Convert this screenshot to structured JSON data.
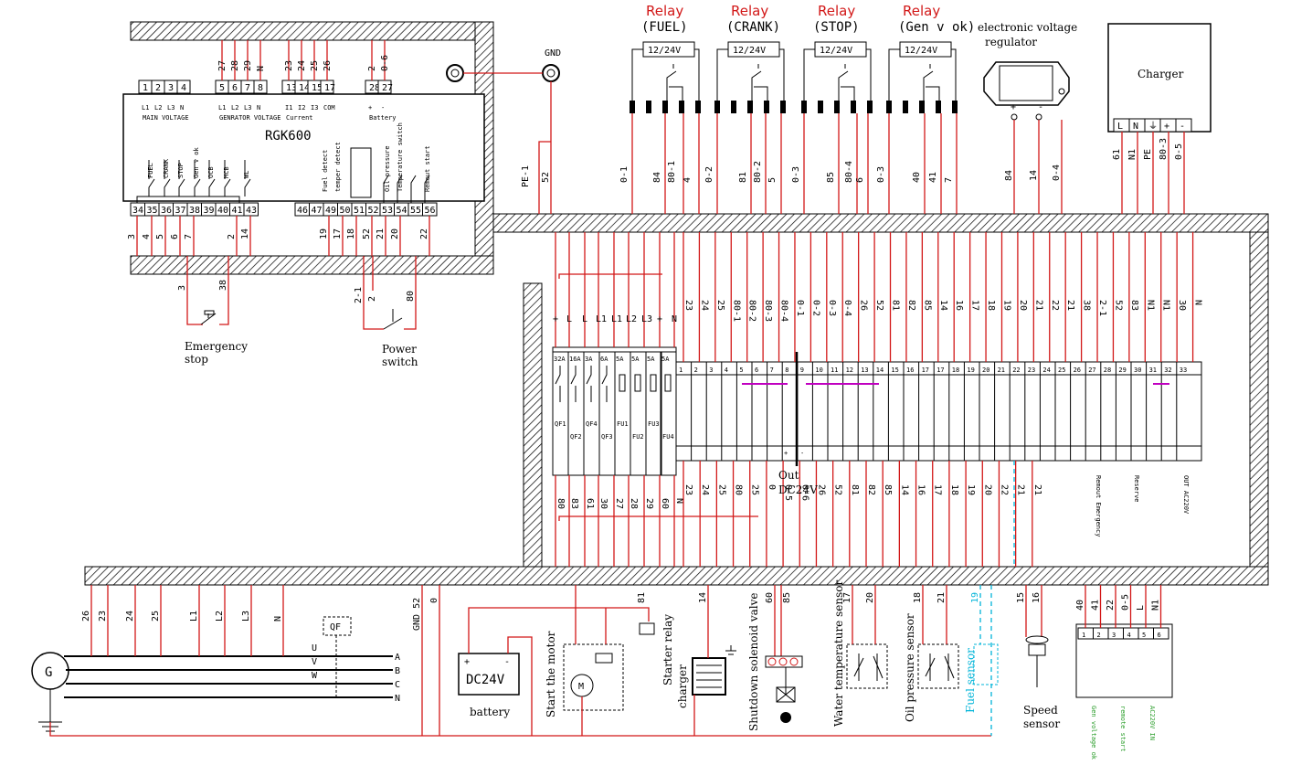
{
  "controller": {
    "model": "RGK600",
    "top_group_main_voltage": {
      "pins": [
        "1",
        "2",
        "3",
        "4"
      ],
      "labels": [
        "L1",
        "L2",
        "L3",
        "N"
      ],
      "caption": "MAIN VOLTAGE"
    },
    "top_group_gen_voltage": {
      "pins": [
        "5",
        "6",
        "7",
        "8"
      ],
      "labels": [
        "L1",
        "L2",
        "L3",
        "N"
      ],
      "caption": "GENRATOR VOLTAGE",
      "wires": [
        "27",
        "28",
        "29",
        "N"
      ]
    },
    "top_group_current": {
      "pins": [
        "13",
        "14",
        "15",
        "17"
      ],
      "labels": [
        "I1",
        "I2",
        "I3",
        "COM"
      ],
      "caption": "Current",
      "wires": [
        "23",
        "24",
        "25",
        "26"
      ]
    },
    "top_group_battery": {
      "pins": [
        "28",
        "27"
      ],
      "labels": [
        "+",
        "-"
      ],
      "caption": "Battery",
      "wires": [
        "2",
        "0-6"
      ]
    },
    "left_functions": [
      "FUEL",
      "CRANK",
      "STOP",
      "Gen v ok",
      "OCB",
      "MCB",
      "WL"
    ],
    "mid_functions": [
      "Fuel detect",
      "temper detect",
      "Oil pressure",
      "Temperature switch",
      "Remout start"
    ],
    "bottom_pins_left": [
      "34",
      "35",
      "36",
      "37",
      "38",
      "39",
      "40",
      "41",
      "43"
    ],
    "bottom_pins_right": [
      "46",
      "47",
      "49",
      "50",
      "51",
      "52",
      "53",
      "54",
      "55",
      "56"
    ],
    "bottom_wires_left": [
      "3",
      "4",
      "5",
      "6",
      "7",
      "2",
      "14"
    ],
    "bottom_wires_right": [
      "19",
      "17",
      "18",
      "52",
      "21",
      "20",
      "22"
    ]
  },
  "gnd": {
    "label": "GND",
    "wires": [
      "PE-1",
      "52"
    ]
  },
  "relays": [
    {
      "title": "Relay",
      "name": "(FUEL)",
      "coil": "12/24V",
      "wires": [
        "0-1",
        "84",
        "80-1",
        "4"
      ]
    },
    {
      "title": "Relay",
      "name": "(CRANK)",
      "coil": "12/24V",
      "wires": [
        "0-2",
        "81",
        "80-2",
        "5"
      ]
    },
    {
      "title": "Relay",
      "name": "(STOP)",
      "coil": "12/24V",
      "wires": [
        "0-3",
        "85",
        "80-4",
        "6"
      ]
    },
    {
      "title": "Relay",
      "name": "(Gen v ok)",
      "coil": "12/24V",
      "wires": [
        "0-3",
        "40",
        "41",
        "7"
      ]
    }
  ],
  "regulator": {
    "label_1": "electronic voltage",
    "label_2": "regulator",
    "plus": "+",
    "minus": "-",
    "wires": [
      "84",
      "14",
      "0-4"
    ]
  },
  "charger": {
    "label": "Charger",
    "terms": [
      "L",
      "N",
      "⏚",
      "+",
      "-"
    ],
    "wires": [
      "61",
      "N1",
      "PE",
      "80-3",
      "0-5"
    ]
  },
  "emergency_stop": {
    "label_1": "Emergency",
    "label_2": "stop",
    "wires": [
      "3",
      "38"
    ]
  },
  "power_switch": {
    "label_1": "Power",
    "label_2": "switch",
    "wires": [
      "2-1",
      "2",
      "80"
    ]
  },
  "breakers": {
    "top_labels": [
      "+",
      "L",
      "L",
      "L1",
      "L1",
      "L2",
      "L3",
      "+",
      "N"
    ],
    "ratings": [
      "32A",
      "16A",
      "3A",
      "6A",
      "5A",
      "5A",
      "5A",
      "5A"
    ],
    "names_upper": [
      "QF1",
      "QF4",
      "FU1",
      "FU3"
    ],
    "names_lower": [
      "QF2",
      "QF3",
      "FU2",
      "FU4"
    ],
    "bottom_wires": [
      "80",
      "83",
      "61",
      "30",
      "27",
      "28",
      "29",
      "60",
      "N"
    ]
  },
  "terminal": {
    "top_wires": [
      "23",
      "24",
      "25",
      "80-1",
      "80-2",
      "80-3",
      "80-4",
      "0-1",
      "0-2",
      "0-3",
      "0-4",
      "26",
      "52",
      "81",
      "82",
      "85",
      "14",
      "16",
      "17",
      "18",
      "19",
      "20",
      "21",
      "22",
      "21",
      "38",
      "2-1",
      "52",
      "83",
      "N1",
      "N1",
      "30",
      "N"
    ],
    "numbers": [
      "1",
      "2",
      "3",
      "4",
      "5",
      "6",
      "7",
      "8",
      "9",
      "10",
      "11",
      "12",
      "13",
      "14",
      "15",
      "16",
      "17",
      "17",
      "18",
      "19",
      "20",
      "21",
      "22",
      "23",
      "24",
      "25",
      "26",
      "27",
      "28",
      "29",
      "30",
      "31",
      "32",
      "33"
    ],
    "bottom_wires": [
      "23",
      "24",
      "25",
      "80",
      "25",
      "0",
      "0-5",
      "0-6",
      "26",
      "52",
      "81",
      "82",
      "85",
      "14",
      "16",
      "17",
      "18",
      "19",
      "20",
      "22",
      "21",
      "21"
    ],
    "out_dc": {
      "line1": "Out",
      "line2": "DC24V",
      "plus": "+",
      "minus": "-"
    },
    "groups": [
      "Remout Emergency",
      "Reserve",
      "OUT AC220V"
    ]
  },
  "bottom": {
    "generator": "G",
    "gen_wires": [
      "26",
      "23",
      "24",
      "25",
      "L1",
      "L2",
      "L3",
      "N"
    ],
    "qf": "QF",
    "uvw": [
      "U",
      "V",
      "W"
    ],
    "phases": [
      "A",
      "B",
      "C",
      "N"
    ],
    "gnd_wires": [
      "GND 52",
      "0"
    ],
    "battery": {
      "label": "battery",
      "value": "DC24V",
      "plus": "+",
      "minus": "-"
    },
    "start_motor": "Start the motor",
    "motor_symbol": "M",
    "starter_relay": "Starter relay",
    "charger": "charger",
    "motor_wire": "81",
    "charger_wire": "14",
    "solenoid": {
      "label": "Shutdown solenoid valve",
      "wires": [
        "60",
        "85"
      ]
    },
    "water_temp": {
      "label": "Water temperature sensor",
      "wires": [
        "17",
        "20"
      ]
    },
    "oil_pressure": {
      "label": "Oil pressure sensor",
      "wires": [
        "18",
        "21"
      ]
    },
    "fuel_sensor": {
      "label": "Fuel sensor",
      "wire": "19"
    },
    "speed_sensor": {
      "label_1": "Speed",
      "label_2": "sensor",
      "wires": [
        "15",
        "16"
      ]
    },
    "out_block": {
      "wires": [
        "40",
        "41",
        "22",
        "0-5",
        "L",
        "N1"
      ],
      "pins": [
        "1",
        "2",
        "3",
        "4",
        "5",
        "6"
      ],
      "outputs": [
        "Gen voltage ok",
        "remote start",
        "AC220V IN"
      ]
    }
  },
  "colors": {
    "wire": "#d21818",
    "hatch": "#000000",
    "fuel": "#00b4d8",
    "link": "#c000c0",
    "output_text": "#2a9d2a"
  }
}
